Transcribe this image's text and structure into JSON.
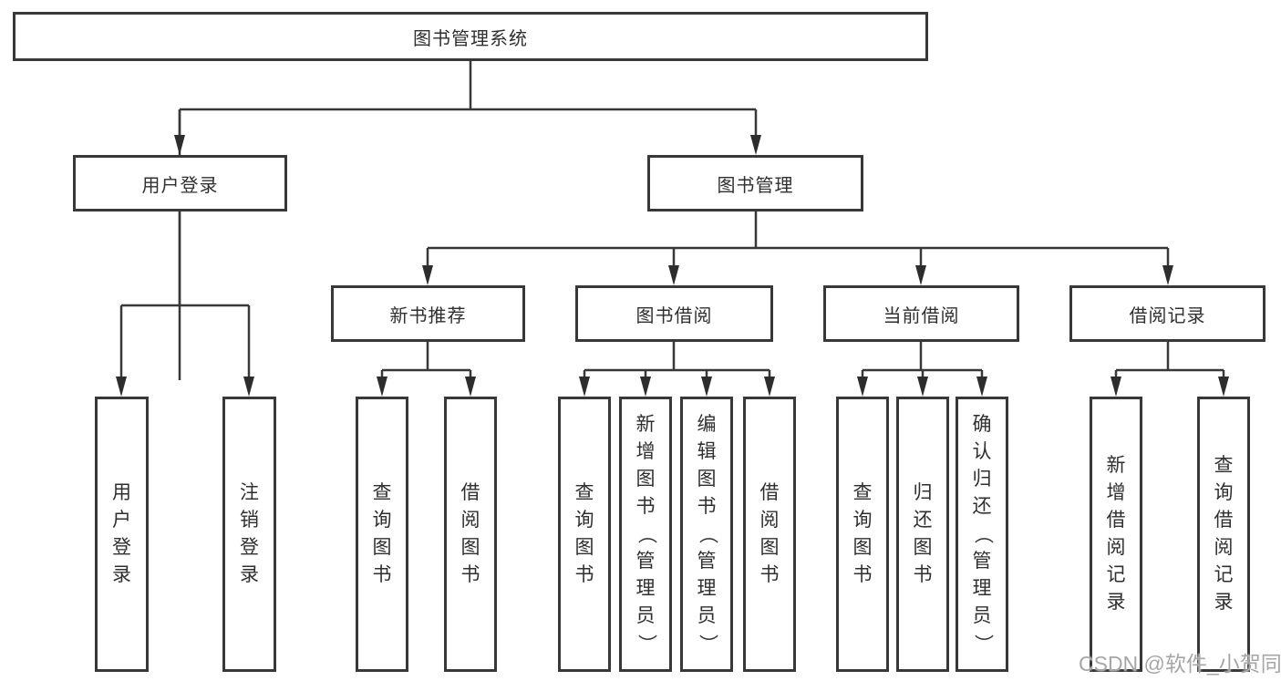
{
  "diagram": {
    "root": {
      "label": "图书管理系统"
    },
    "user_login": {
      "label": "用户登录",
      "children": [
        "用户登录",
        "注销登录"
      ]
    },
    "book_management": {
      "label": "图书管理",
      "groups": [
        {
          "label": "新书推荐",
          "children": [
            "查询图书",
            "借阅图书"
          ]
        },
        {
          "label": "图书借阅",
          "children": [
            "查询图书",
            "新增图书（管理员）",
            "编辑图书（管理员）",
            "借阅图书"
          ]
        },
        {
          "label": "当前借阅",
          "children": [
            "查询图书",
            "归还图书",
            "确认归还（管理员）"
          ]
        },
        {
          "label": "借阅记录",
          "children": [
            "新增借阅记录",
            "查询借阅记录"
          ]
        }
      ]
    }
  },
  "watermark": "CSDN @软件_小贺同学",
  "colors": {
    "line": "#383838",
    "arrow": "#2d2d2d",
    "text": "#2f2f2f",
    "background": "#ffffff",
    "watermark_color": "#a6a6a6"
  }
}
